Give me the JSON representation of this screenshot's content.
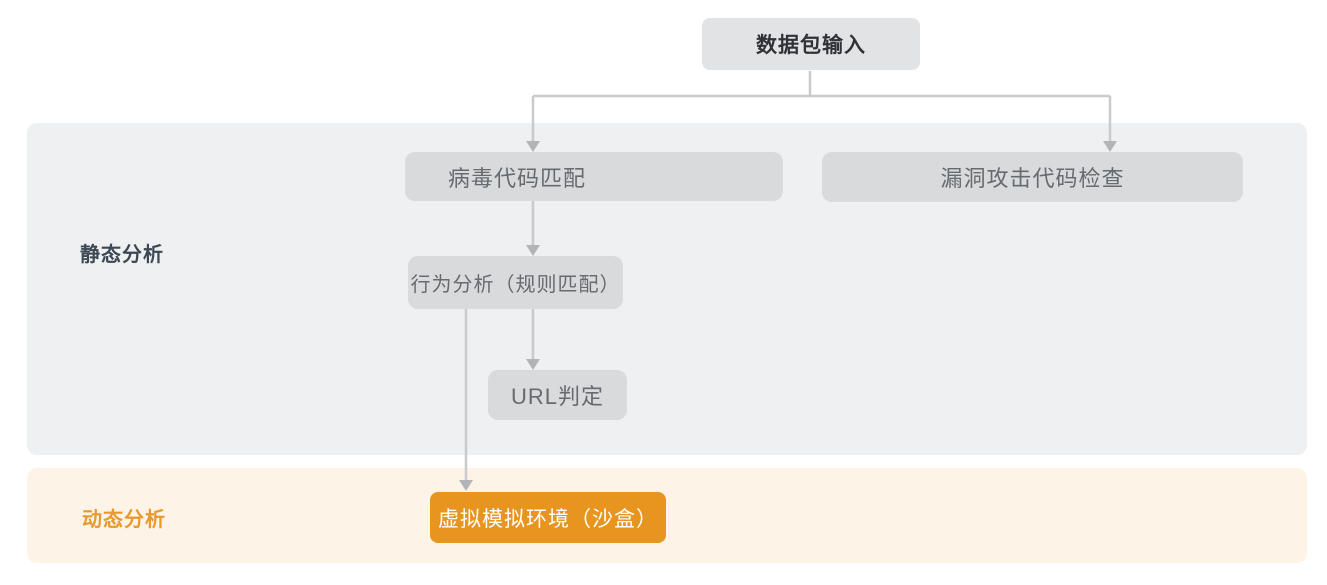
{
  "diagram": {
    "type": "flowchart",
    "nodes": {
      "input": {
        "label": "数据包输入"
      },
      "virus_match": {
        "label": "病毒代码匹配"
      },
      "exploit_check": {
        "label": "漏洞攻击代码检查"
      },
      "behavior_analysis": {
        "label": "行为分析（规则匹配）"
      },
      "url_judge": {
        "label": "URL判定"
      },
      "sandbox": {
        "label": "虚拟模拟环境（沙盒）"
      }
    },
    "sections": {
      "static": {
        "label": "静态分析"
      },
      "dynamic": {
        "label": "动态分析"
      }
    },
    "edges": [
      "数据包输入 -> 病毒代码匹配",
      "数据包输入 -> 漏洞攻击代码检查",
      "病毒代码匹配 -> 行为分析（规则匹配）",
      "行为分析（规则匹配） -> URL判定",
      "行为分析（规则匹配） -> 虚拟模拟环境（沙盒）"
    ],
    "colors": {
      "input_node_bg": "#e2e3e4",
      "gray_node_bg": "#d8dadc",
      "gray_node_text": "#666b70",
      "static_band_bg": "#eef0f2",
      "static_label_text": "#3d4855",
      "dynamic_band_bg": "#fdf3e6",
      "dynamic_label_text": "#e8992e",
      "accent_orange": "#e8951f",
      "connector_line": "#c8cacc",
      "arrowhead": "#b2b5b8"
    }
  }
}
